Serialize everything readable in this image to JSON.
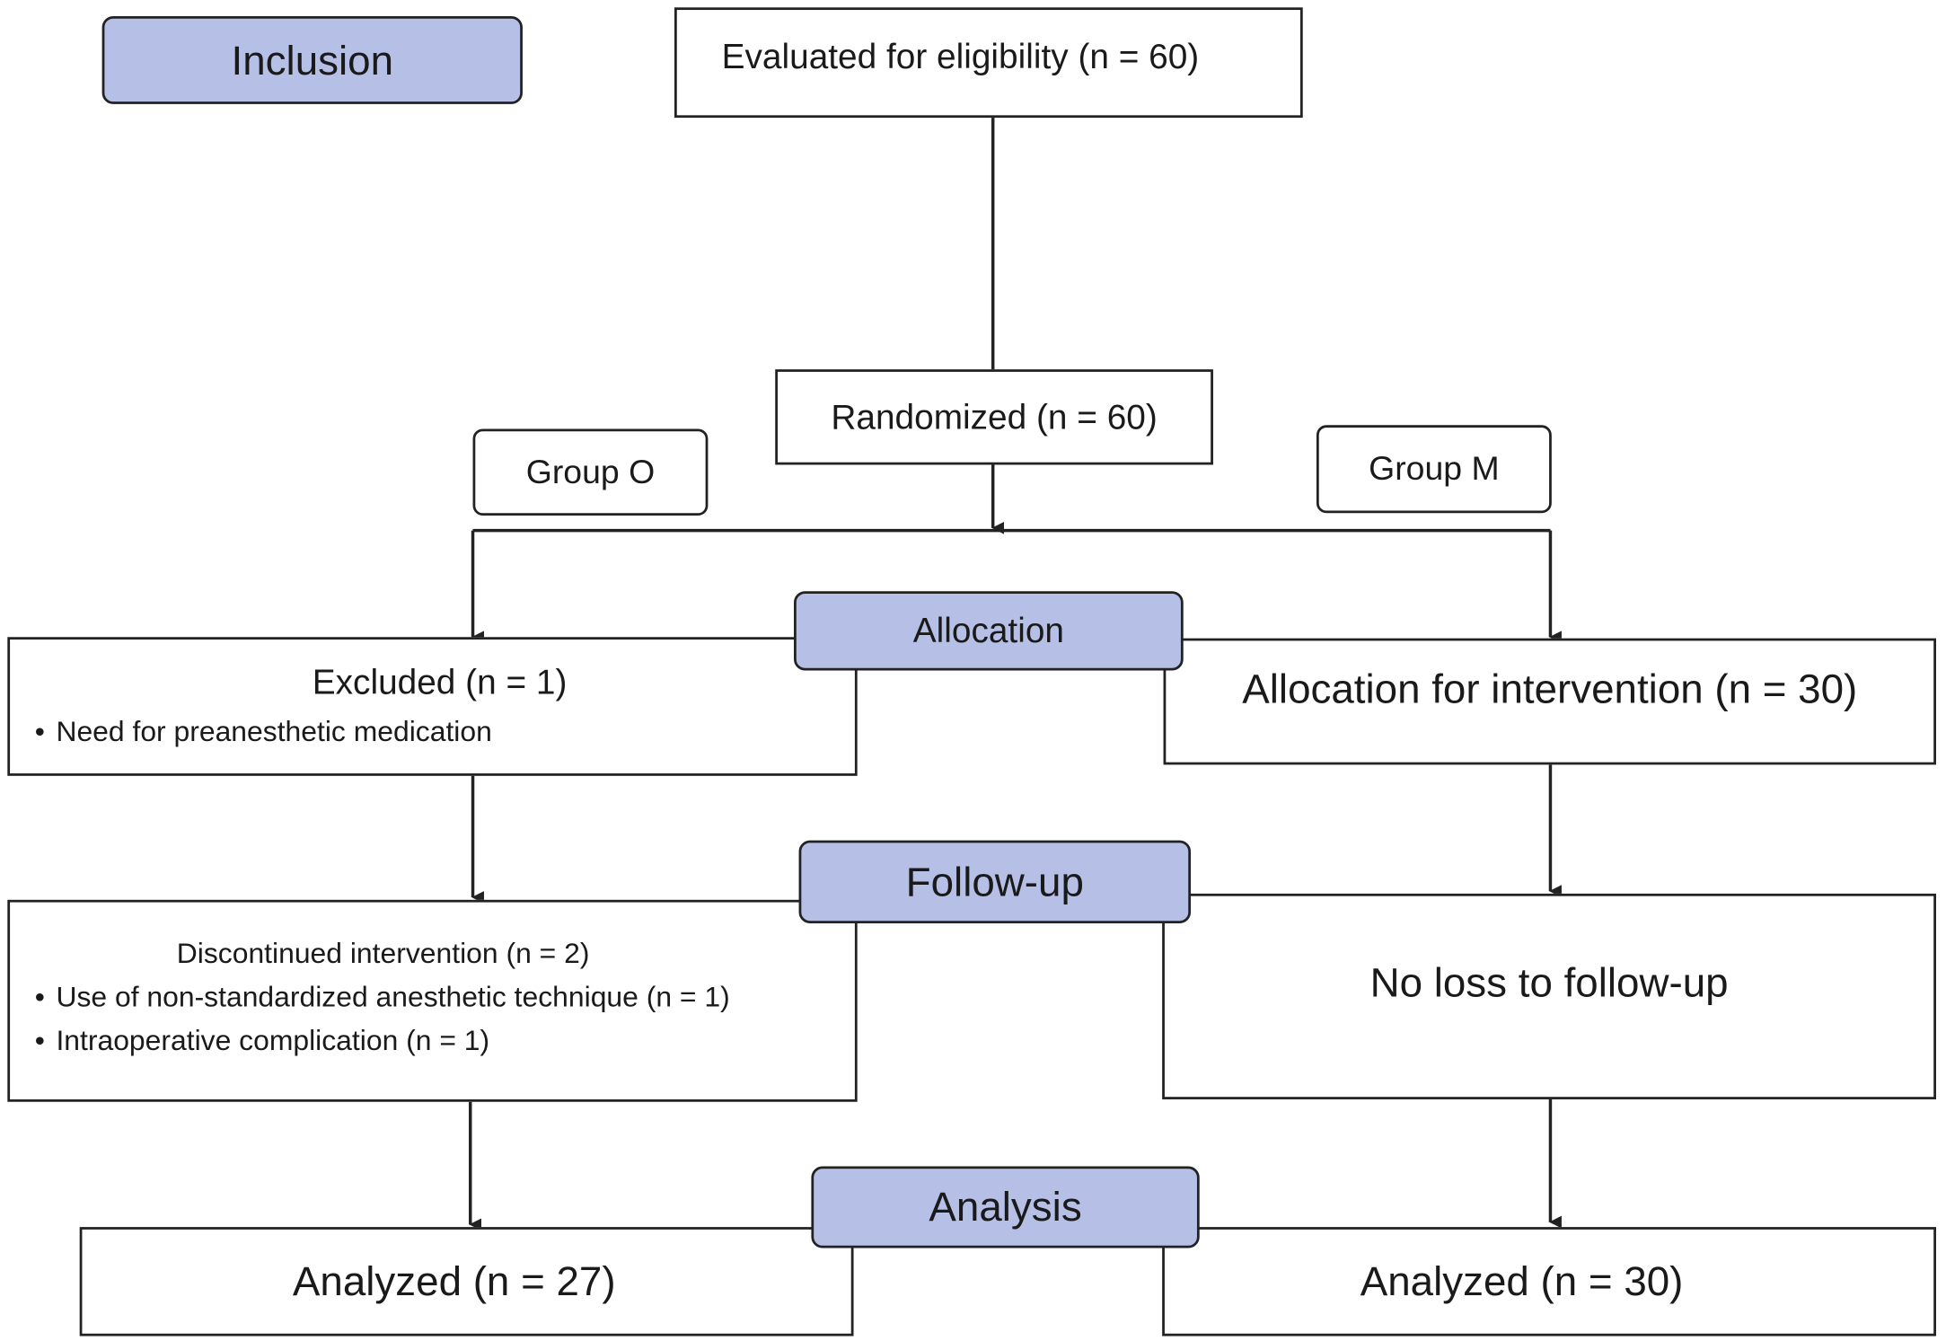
{
  "stages": {
    "inclusion": "Inclusion",
    "allocation": "Allocation",
    "follow_up": "Follow-up",
    "analysis": "Analysis"
  },
  "evaluated": "Evaluated for eligibility (n = 60)",
  "randomized": "Randomized (n = 60)",
  "groups": {
    "left": "Group O",
    "right": "Group M"
  },
  "left_branch": {
    "allocation": {
      "title": "Excluded (n = 1)",
      "bullets": [
        "Need for preanesthetic medication"
      ]
    },
    "follow_up": {
      "title": "Discontinued intervention (n = 2)",
      "bullets": [
        "Use of non-standardized anesthetic technique (n = 1)",
        "Intraoperative complication (n = 1)"
      ]
    },
    "analysis": "Analyzed (n = 27)"
  },
  "right_branch": {
    "allocation": "Allocation for intervention (n = 30)",
    "follow_up": "No loss to follow-up",
    "analysis": "Analyzed (n = 30)"
  },
  "colors": {
    "stage_fill": "#b6bfe6",
    "line": "#222222"
  }
}
